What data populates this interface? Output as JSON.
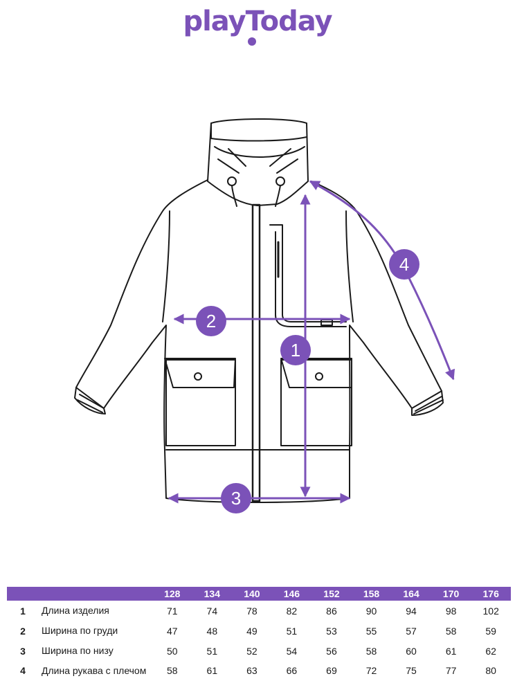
{
  "brand": {
    "logo": "playToday",
    "color": "#7b52b8"
  },
  "markers": [
    "1",
    "2",
    "3",
    "4"
  ],
  "size_table": {
    "sizes": [
      "128",
      "134",
      "140",
      "146",
      "152",
      "158",
      "164",
      "170",
      "176"
    ],
    "rows": [
      {
        "num": "1",
        "name": "Длина изделия",
        "values": [
          "71",
          "74",
          "78",
          "82",
          "86",
          "90",
          "94",
          "98",
          "102"
        ]
      },
      {
        "num": "2",
        "name": "Ширина по груди",
        "values": [
          "47",
          "48",
          "49",
          "51",
          "53",
          "55",
          "57",
          "58",
          "59"
        ]
      },
      {
        "num": "3",
        "name": "Ширина по низу",
        "values": [
          "50",
          "51",
          "52",
          "54",
          "56",
          "58",
          "60",
          "61",
          "62"
        ]
      },
      {
        "num": "4",
        "name": "Длина рукава с плечом",
        "values": [
          "58",
          "61",
          "63",
          "66",
          "69",
          "72",
          "75",
          "77",
          "80"
        ]
      }
    ]
  }
}
